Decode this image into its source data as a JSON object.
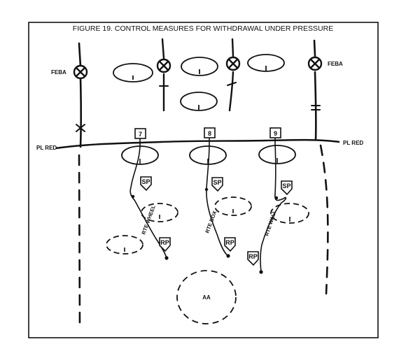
{
  "figure": {
    "title": "FIGURE 19.  CONTROL MEASURES FOR WITHDRAWAL UNDER PRESSURE"
  },
  "labels": {
    "feba_left": "FEBA",
    "feba_right": "FEBA",
    "pl_left": "PL RED",
    "pl_right": "PL RED",
    "aa": "AA"
  },
  "units": {
    "left": {
      "number": "7",
      "sp": "SP",
      "rp": "RP",
      "route": "RTE WHEEL"
    },
    "center": {
      "number": "8",
      "sp": "SP",
      "rp": "RP",
      "route": "RTE BOX"
    },
    "right": {
      "number": "9",
      "sp": "SP",
      "rp": "RP",
      "route": "RTE WALL"
    }
  },
  "colors": {
    "ink": "#111111",
    "background": "#ffffff"
  }
}
